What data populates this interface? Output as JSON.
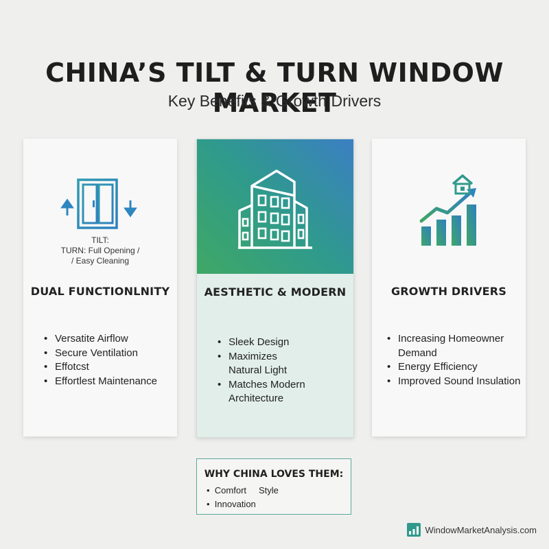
{
  "header": {
    "title": "CHINA’S TILT & TURN WINDOW MARKET",
    "subtitle": "Key Benefits & Growth Drivers"
  },
  "cards": [
    {
      "icon": "window-arrows-icon",
      "note_line1": "TILT:",
      "note_line2": "TURN: Full Opening /",
      "note_line3": "/ Easy Cleaning",
      "heading": "DUAL FUNCTIONLNITY",
      "bullets": [
        "Versatite Airflow",
        "Secure Ventilation",
        "Effotcst",
        "Effortlest Maintenance"
      ]
    },
    {
      "icon": "building-icon",
      "heading": "AESTHETIC & MODERN",
      "bullets": [
        "Sleek Design",
        "Maximizes",
        "Natural Light",
        "Matches Modern",
        "Architecture"
      ]
    },
    {
      "icon": "growth-chart-house-icon",
      "heading": "GROWTH DRIVERS",
      "bullets": [
        "Increasing Homeowner",
        "Demand",
        "Energy Efficiency",
        "Improved Sound Insulation"
      ]
    }
  ],
  "why": {
    "title": "WHY CHINA LOVES THEM:",
    "items": [
      "Comfort",
      "Style",
      "Innovation"
    ]
  },
  "brand": {
    "icon": "chart-logo-icon",
    "text": "WindowMarketAnalysis.com"
  },
  "colors": {
    "accent_blue": "#2e86c1",
    "accent_green": "#3fa865",
    "teal": "#2f9a8c"
  }
}
